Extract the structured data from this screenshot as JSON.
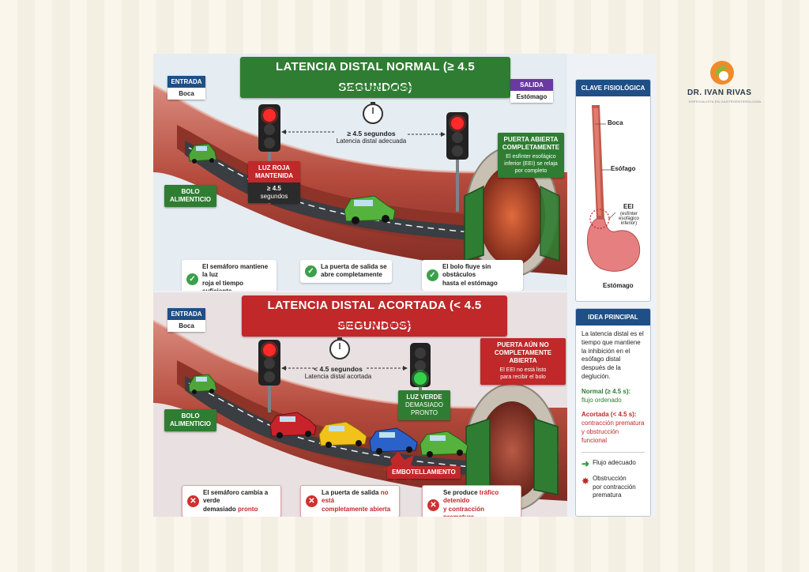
{
  "logo": {
    "name": "DR. IVAN RIVAS",
    "tagline": "ESPECIALISTA EN GASTROENTEROLOGÍA"
  },
  "colors": {
    "green": "#2f7d32",
    "red": "#c0282a",
    "blue": "#1f4f86",
    "esophagus": "#c2594d"
  },
  "normal": {
    "title": "LATENCIA DISTAL NORMAL (≥ 4.5 SEGUNDOS)",
    "subtitle": "Flujo ordenado y eficiente",
    "entrada": {
      "head": "ENTRADA",
      "body": "Boca"
    },
    "salida": {
      "head": "SALIDA",
      "body": "Estómago"
    },
    "timer": {
      "value": "≥ 4.5 segundos",
      "caption": "Latencia distal adecuada"
    },
    "red_light": {
      "line1": "LUZ ROJA",
      "line2": "MANTENIDA",
      "line3": "≥ 4.5",
      "line4": "segundos"
    },
    "bolo": {
      "line1": "BOLO",
      "line2": "ALIMENTICIO"
    },
    "gate": {
      "line1": "PUERTA ABIERTA",
      "line2": "COMPLETAMENTE",
      "line3": "El esfínter esofágico",
      "line4": "inferior (EEI) se relaja",
      "line5": "por completo"
    },
    "notes": [
      {
        "line1": "El semáforo mantiene la luz",
        "line2": "roja el tiempo suficiente"
      },
      {
        "line1": "La puerta de salida se",
        "line2": "abre completamente"
      },
      {
        "line1": "El bolo fluye sin obstáculos",
        "line2": "hasta el estómago"
      }
    ]
  },
  "short": {
    "title": "LATENCIA DISTAL ACORTADA (< 4.5 SEGUNDOS)",
    "subtitle": "Pérdida de la inhibición neural – Tráfico detenido prematuro",
    "entrada": {
      "head": "ENTRADA",
      "body": "Boca"
    },
    "timer": {
      "value": "< 4.5 segundos",
      "caption": "Latencia distal acortada"
    },
    "green_light": {
      "line1": "LUZ VERDE",
      "line2": "DEMASIADO",
      "line3": "PRONTO"
    },
    "bolo": {
      "line1": "BOLO",
      "line2": "ALIMENTICIO"
    },
    "gate": {
      "line1": "PUERTA AÚN NO",
      "line2": "COMPLETAMENTE ABIERTA",
      "line3": "El EEI no está listo",
      "line4": "para recibir el bolo"
    },
    "jam": "EMBOTELLAMIENTO",
    "notes": [
      {
        "line1": "El semáforo cambia a verde",
        "line2a": "demasiado ",
        "line2b": "pronto"
      },
      {
        "line1a": "La puerta de salida ",
        "line1b": "no está",
        "line2": "completamente abierta"
      },
      {
        "line1a": "Se produce ",
        "line1b": "tráfico detenido",
        "line2": "y contracción prematura"
      }
    ]
  },
  "key": {
    "header": "CLAVE FISIOLÓGICA",
    "boca": "Boca",
    "esofago": "Esófago",
    "eei": "EEI",
    "eei_desc1": "(esfínter esofágico",
    "eei_desc2": "inferior)",
    "estomago": "Estómago"
  },
  "idea": {
    "header": "IDEA PRINCIPAL",
    "text": "La latencia distal es el tiempo que mantiene la inhibición en el esófago distal después de la deglución.",
    "normal_label": "Normal (≥ 4.5 s):",
    "normal_value": "flujo ordenado",
    "short_label": "Acortada (< 4.5 s):",
    "short_value": "contracción prematura y obstrucción funcional",
    "legend_flow": "Flujo adecuado",
    "legend_obs1": "Obstrucción",
    "legend_obs2": "por contracción",
    "legend_obs3": "prematura"
  }
}
